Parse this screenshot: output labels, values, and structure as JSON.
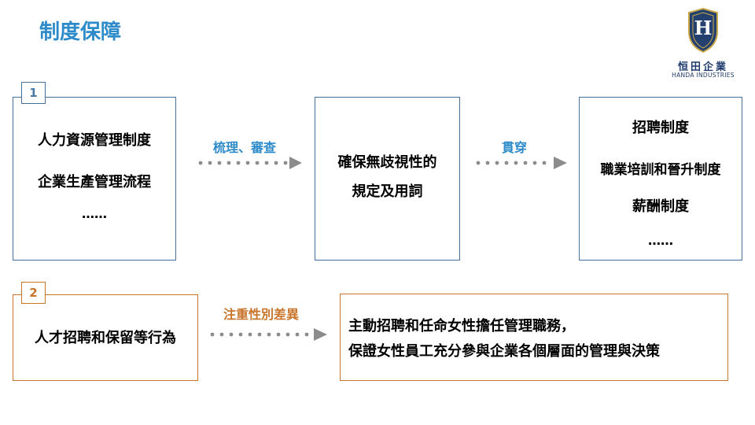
{
  "page": {
    "title": "制度保障"
  },
  "logo": {
    "letter": "H",
    "name": "恒田企業",
    "subtitle": "HANDA INDUSTRIES"
  },
  "section1": {
    "number": "1",
    "source_lines": [
      "人力資源管理制度",
      "企業生產管理流程",
      "……"
    ],
    "arrow1_label": "梳理、審查",
    "middle_lines": [
      "確保無歧視性的",
      "規定及用詞"
    ],
    "arrow2_label": "貫穿",
    "target_lines": [
      "招聘制度",
      "職業培訓和晉升制度",
      "薪酬制度",
      "……"
    ]
  },
  "section2": {
    "number": "2",
    "source_text": "人才招聘和保留等行為",
    "arrow_label": "注重性別差異",
    "target_lines": [
      "主動招聘和任命女性擔任管理職務，",
      "保證女性員工充分參與企業各個層面的管理與決策"
    ]
  },
  "colors": {
    "title": "#2e8bc9",
    "blue_border": "#4a6f96",
    "orange": "#c8742a",
    "arrow": "#808080"
  }
}
